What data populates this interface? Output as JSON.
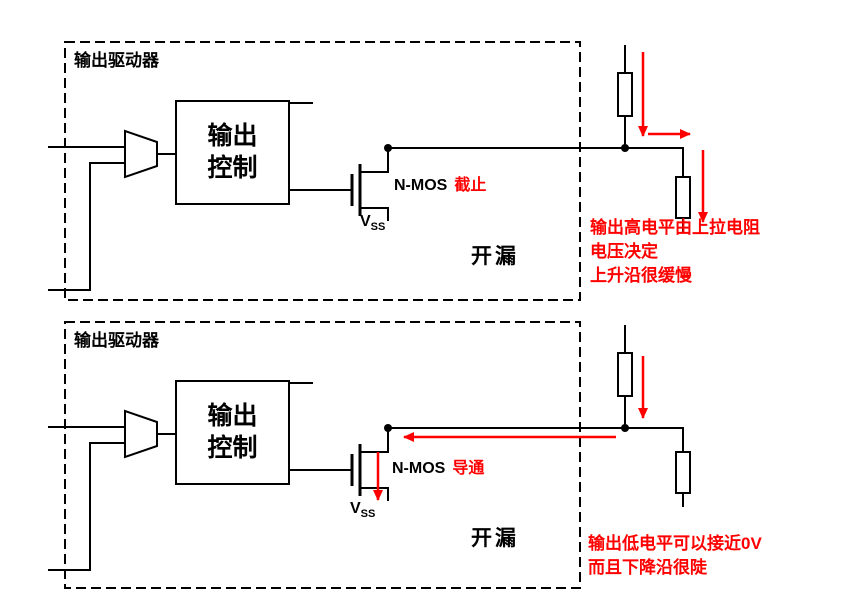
{
  "colors": {
    "wire": "#000000",
    "annotation": "#ff0000",
    "background": "#ffffff"
  },
  "diagrams": [
    {
      "title": "输出驱动器",
      "control_line1": "输出",
      "control_line2": "控制",
      "mos_label": "N-MOS",
      "mos_state": "截止",
      "vss_v": "V",
      "vss_sub": "SS",
      "mode_label": "开漏",
      "annotation_lines": [
        "输出高电平由上拉电阻",
        "电压决定",
        "上升沿很缓慢"
      ]
    },
    {
      "title": "输出驱动器",
      "control_line1": "输出",
      "control_line2": "控制",
      "mos_label": "N-MOS",
      "mos_state": "导通",
      "vss_v": "V",
      "vss_sub": "SS",
      "mode_label": "开漏",
      "annotation_lines": [
        "输出低电平可以接近0V",
        "而且下降沿很陡"
      ]
    }
  ]
}
